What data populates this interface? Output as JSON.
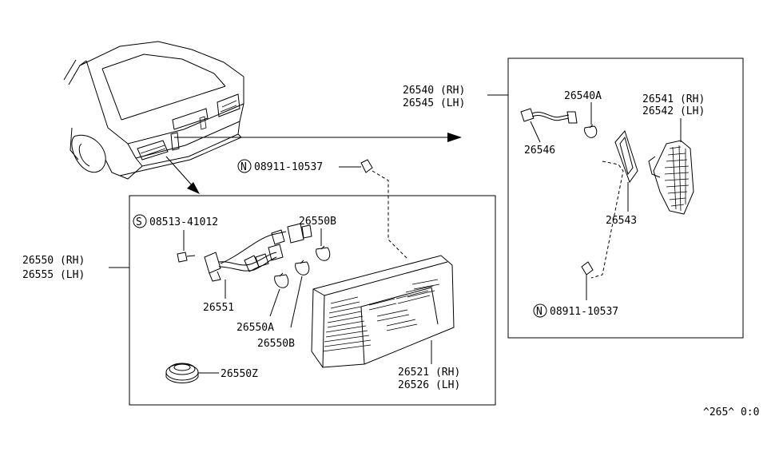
{
  "callouts": {
    "p26540_rh": "26540 (RH)",
    "p26545_lh": "26545 (LH)",
    "p26540a": "26540A",
    "p26541_rh": "26541 (RH)",
    "p26542_lh": "26542 (LH)",
    "p26546": "26546",
    "p26543": "26543",
    "p08911_right": "08911-10537",
    "p08911_top": "08911-10537",
    "p08513": "08513-41012",
    "p26550b_top": "26550B",
    "p26550_rh": "26550 (RH)",
    "p26555_lh": "26555 (LH)",
    "p26551": "26551",
    "p26550a": "26550A",
    "p26550b_bottom": "26550B",
    "p26521_rh": "26521 (RH)",
    "p26526_lh": "26526 (LH)",
    "p26550z": "26550Z"
  },
  "symbols": {
    "n_symbol": "N",
    "s_symbol": "S"
  },
  "diagram_code": "^265^ 0:0"
}
